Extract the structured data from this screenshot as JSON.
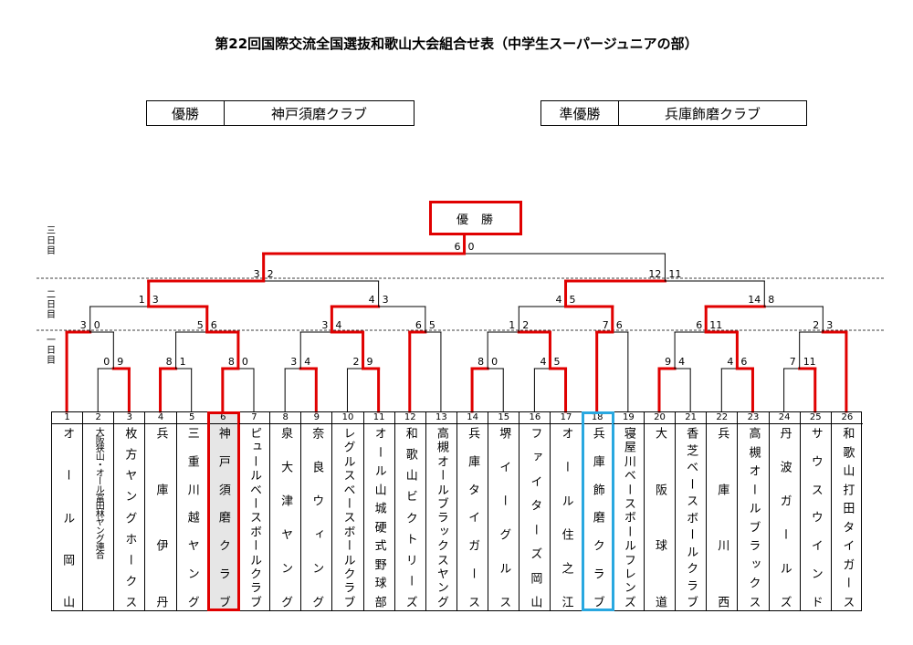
{
  "title": "第22回国際交流全国選抜和歌山大会組合せ表（中学生スーパージュニアの部）",
  "champion": {
    "label": "優勝",
    "team": "神戸須磨クラブ"
  },
  "runner_up": {
    "label": "準優勝",
    "team": "兵庫飾磨クラブ"
  },
  "final_label": "優勝",
  "days": [
    "三日目",
    "二日目",
    "一日目"
  ],
  "colors": {
    "winner_path": "#e00000",
    "champion_box": "#e00000",
    "runner_up_box": "#29a8e0"
  },
  "teams": [
    {
      "num": "1",
      "name": "オール岡山"
    },
    {
      "num": "2",
      "name": "大阪狭山・オール富田林ヤング連合"
    },
    {
      "num": "3",
      "name": "枚方ヤングホークス"
    },
    {
      "num": "4",
      "name": "兵庫伊丹"
    },
    {
      "num": "5",
      "name": "三重川越ヤング"
    },
    {
      "num": "6",
      "name": "神戸須磨クラブ"
    },
    {
      "num": "7",
      "name": "ピュールベースボールクラブ"
    },
    {
      "num": "8",
      "name": "泉大津ヤング"
    },
    {
      "num": "9",
      "name": "奈良ウィング"
    },
    {
      "num": "10",
      "name": "レグルスベースボールクラブ"
    },
    {
      "num": "11",
      "name": "オール山城硬式野球部"
    },
    {
      "num": "12",
      "name": "和歌山ビクトリーズ"
    },
    {
      "num": "13",
      "name": "高槻オールブラックスヤング"
    },
    {
      "num": "14",
      "name": "兵庫タイガース"
    },
    {
      "num": "15",
      "name": "堺イーグルス"
    },
    {
      "num": "16",
      "name": "ファイターズ岡山"
    },
    {
      "num": "17",
      "name": "オール住之江"
    },
    {
      "num": "18",
      "name": "兵庫飾磨クラブ"
    },
    {
      "num": "19",
      "name": "寝屋川ベースボールフレンズ"
    },
    {
      "num": "20",
      "name": "大阪球道"
    },
    {
      "num": "21",
      "name": "香芝ベースボールクラブ"
    },
    {
      "num": "22",
      "name": "兵庫川西"
    },
    {
      "num": "23",
      "name": "高槻オールブラックス"
    },
    {
      "num": "24",
      "name": "丹波ガールズ"
    },
    {
      "num": "25",
      "name": "サウスウインド"
    },
    {
      "num": "26",
      "name": "和歌山打田タイガース"
    }
  ],
  "matches": [
    {
      "id": "m2_3",
      "a": "t2",
      "b": "t3",
      "score_a": "0",
      "score_b": "9",
      "winner": "b"
    },
    {
      "id": "m4_5",
      "a": "t4",
      "b": "t5",
      "score_a": "8",
      "score_b": "1",
      "winner": "a"
    },
    {
      "id": "m6_7",
      "a": "t6",
      "b": "t7",
      "score_a": "8",
      "score_b": "0",
      "winner": "a"
    },
    {
      "id": "m8_9",
      "a": "t8",
      "b": "t9",
      "score_a": "3",
      "score_b": "4",
      "winner": "b"
    },
    {
      "id": "m10_11",
      "a": "t10",
      "b": "t11",
      "score_a": "2",
      "score_b": "9",
      "winner": "b"
    },
    {
      "id": "m14_15",
      "a": "t14",
      "b": "t15",
      "score_a": "8",
      "score_b": "0",
      "winner": "a"
    },
    {
      "id": "m16_17",
      "a": "t16",
      "b": "t17",
      "score_a": "4",
      "score_b": "5",
      "winner": "b"
    },
    {
      "id": "m20_21",
      "a": "t20",
      "b": "t21",
      "score_a": "9",
      "score_b": "4",
      "winner": "a"
    },
    {
      "id": "m22_23",
      "a": "t22",
      "b": "t23",
      "score_a": "4",
      "score_b": "6",
      "winner": "b"
    },
    {
      "id": "m24_25",
      "a": "t24",
      "b": "t25",
      "score_a": "7",
      "score_b": "11",
      "winner": "b"
    },
    {
      "id": "r1",
      "a": "t1",
      "b": "m2_3",
      "score_a": "3",
      "score_b": "0",
      "winner": "a"
    },
    {
      "id": "r2",
      "a": "m4_5",
      "b": "m6_7",
      "score_a": "5",
      "score_b": "6",
      "winner": "b"
    },
    {
      "id": "r3",
      "a": "m8_9",
      "b": "m10_11",
      "score_a": "3",
      "score_b": "4",
      "winner": "b"
    },
    {
      "id": "r4",
      "a": "t12",
      "b": "t13",
      "score_a": "6",
      "score_b": "5",
      "winner": "a"
    },
    {
      "id": "r5",
      "a": "m14_15",
      "b": "m16_17",
      "score_a": "1",
      "score_b": "2",
      "winner": "b"
    },
    {
      "id": "r6",
      "a": "t18",
      "b": "t19",
      "score_a": "7",
      "score_b": "6",
      "winner": "a"
    },
    {
      "id": "r7",
      "a": "m20_21",
      "b": "m22_23",
      "score_a": "6",
      "score_b": "11",
      "winner": "b"
    },
    {
      "id": "r8",
      "a": "m24_25",
      "b": "t26",
      "score_a": "2",
      "score_b": "3",
      "winner": "b"
    },
    {
      "id": "q1",
      "a": "r1",
      "b": "r2",
      "score_a": "1",
      "score_b": "3",
      "winner": "b"
    },
    {
      "id": "q2",
      "a": "r3",
      "b": "r4",
      "score_a": "4",
      "score_b": "3",
      "winner": "a"
    },
    {
      "id": "q3",
      "a": "r5",
      "b": "r6",
      "score_a": "4",
      "score_b": "5",
      "winner": "b"
    },
    {
      "id": "q4",
      "a": "r7",
      "b": "r8",
      "score_a": "14",
      "score_b": "8",
      "winner": "a"
    },
    {
      "id": "s1",
      "a": "q1",
      "b": "q2",
      "score_a": "3",
      "score_b": "2",
      "winner": "a"
    },
    {
      "id": "s2",
      "a": "q3",
      "b": "q4",
      "score_a": "12",
      "score_b": "11",
      "winner": "a"
    },
    {
      "id": "f",
      "a": "s1",
      "b": "s2",
      "score_a": "6",
      "score_b": "0",
      "winner": "a"
    }
  ]
}
